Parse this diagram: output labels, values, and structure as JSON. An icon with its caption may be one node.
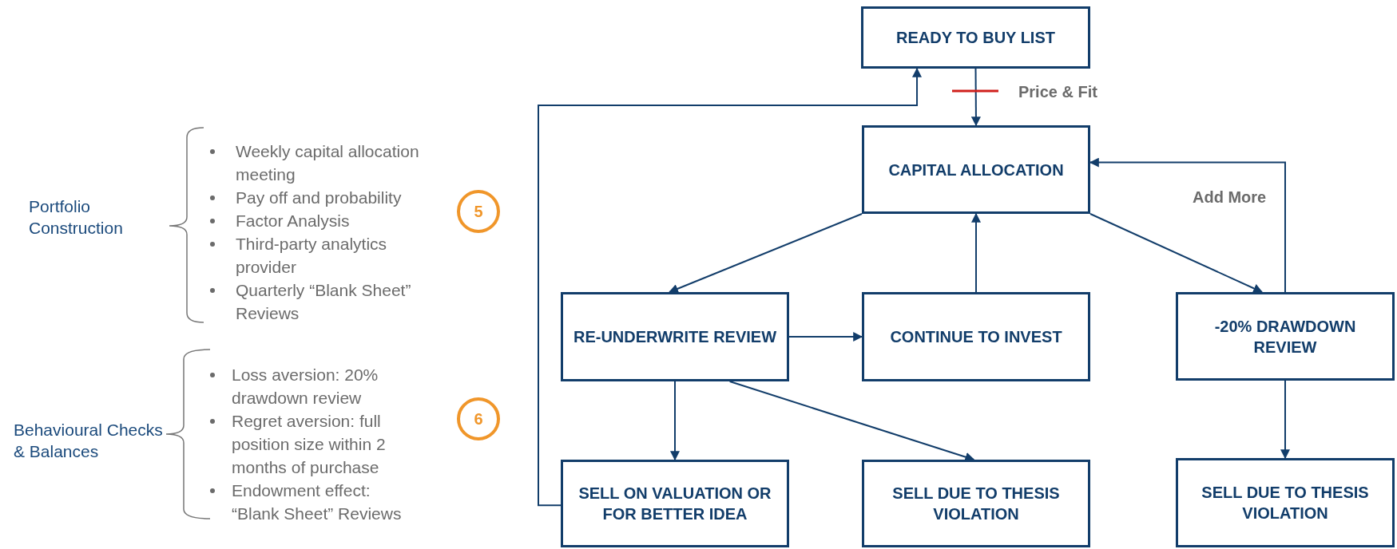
{
  "diagram": {
    "nodes": [
      {
        "text": [
          "5"
        ]
      },
      {
        "text": [
          "6"
        ]
      },
      {
        "text": [
          "READY TO BUY LIST"
        ]
      },
      {
        "text": [
          "CAPITAL ALLOCATION"
        ]
      },
      {
        "text": [
          "RE-UNDERWRITE REVIEW"
        ]
      },
      {
        "text": [
          "CONTINUE TO INVEST"
        ]
      },
      {
        "text": [
          "-20% DRAWDOWN REVIEW"
        ]
      },
      {
        "text": [
          "SELL ON VALUATION OR FOR BETTER IDEA"
        ]
      },
      {
        "text": [
          "SELL DUE TO THESIS VIOLATION"
        ]
      },
      {
        "text": [
          "SELL DUE TO THESIS VIOLATION"
        ]
      }
    ],
    "edges": [
      {
        "from": 2,
        "to": 3,
        "arrow": "to",
        "label": "Price & Fit"
      },
      {
        "from": 3,
        "to": 4,
        "arrow": "to"
      },
      {
        "from": 3,
        "to": 6,
        "arrow": "to"
      },
      {
        "from": 5,
        "to": 3,
        "arrow": "to"
      },
      {
        "from": 6,
        "to": 3,
        "arrow": "to",
        "label": "Add More"
      },
      {
        "from": 4,
        "to": 5,
        "arrow": "to"
      },
      {
        "from": 4,
        "to": 7,
        "arrow": "to"
      },
      {
        "from": 4,
        "to": 8,
        "arrow": "to"
      },
      {
        "from": 6,
        "to": 9,
        "arrow": "to"
      },
      {
        "from": 7,
        "to": 2,
        "arrow": "to"
      }
    ],
    "labels": [
      "Portfolio Construction",
      "Weekly capital allocation meeting",
      "Pay off and probability",
      "Factor Analysis",
      "Third-party analytics provider",
      "Quarterly “Blank Sheet” Reviews",
      "Behavioural Checks & Balances",
      "Loss aversion: 20% drawdown review",
      "Regret aversion: full position size within 2 months of purchase",
      "Endowment effect: “Blank Sheet” Reviews"
    ]
  }
}
